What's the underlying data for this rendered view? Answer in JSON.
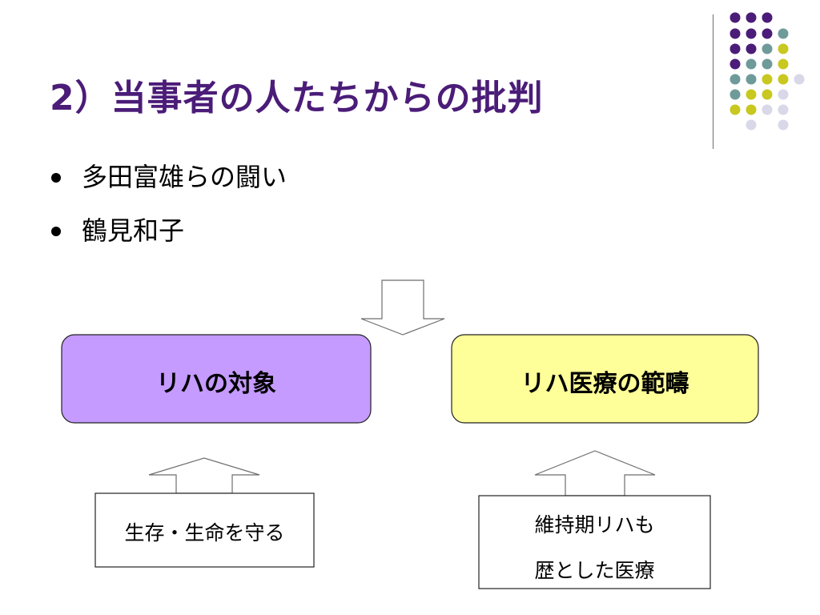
{
  "slide": {
    "title": "2）当事者の人たちからの批判",
    "bullets": [
      "多田富雄らの闘い",
      "鶴見和子"
    ]
  },
  "diagram": {
    "left_box": "リハの対象",
    "right_box": "リハ医療の範疇",
    "left_note": "生存・生命を守る",
    "right_note_lines": [
      "維持期リハも",
      "歴とした医療"
    ]
  },
  "colors": {
    "title": "#4b1c78",
    "left_box_fill": "#c59bff",
    "right_box_fill": "#ffff99",
    "dot_purple": "#4b1c78",
    "dot_teal": "#6f9a9a",
    "dot_olive": "#c8c820",
    "dot_lavender": "#d8d8e8"
  }
}
